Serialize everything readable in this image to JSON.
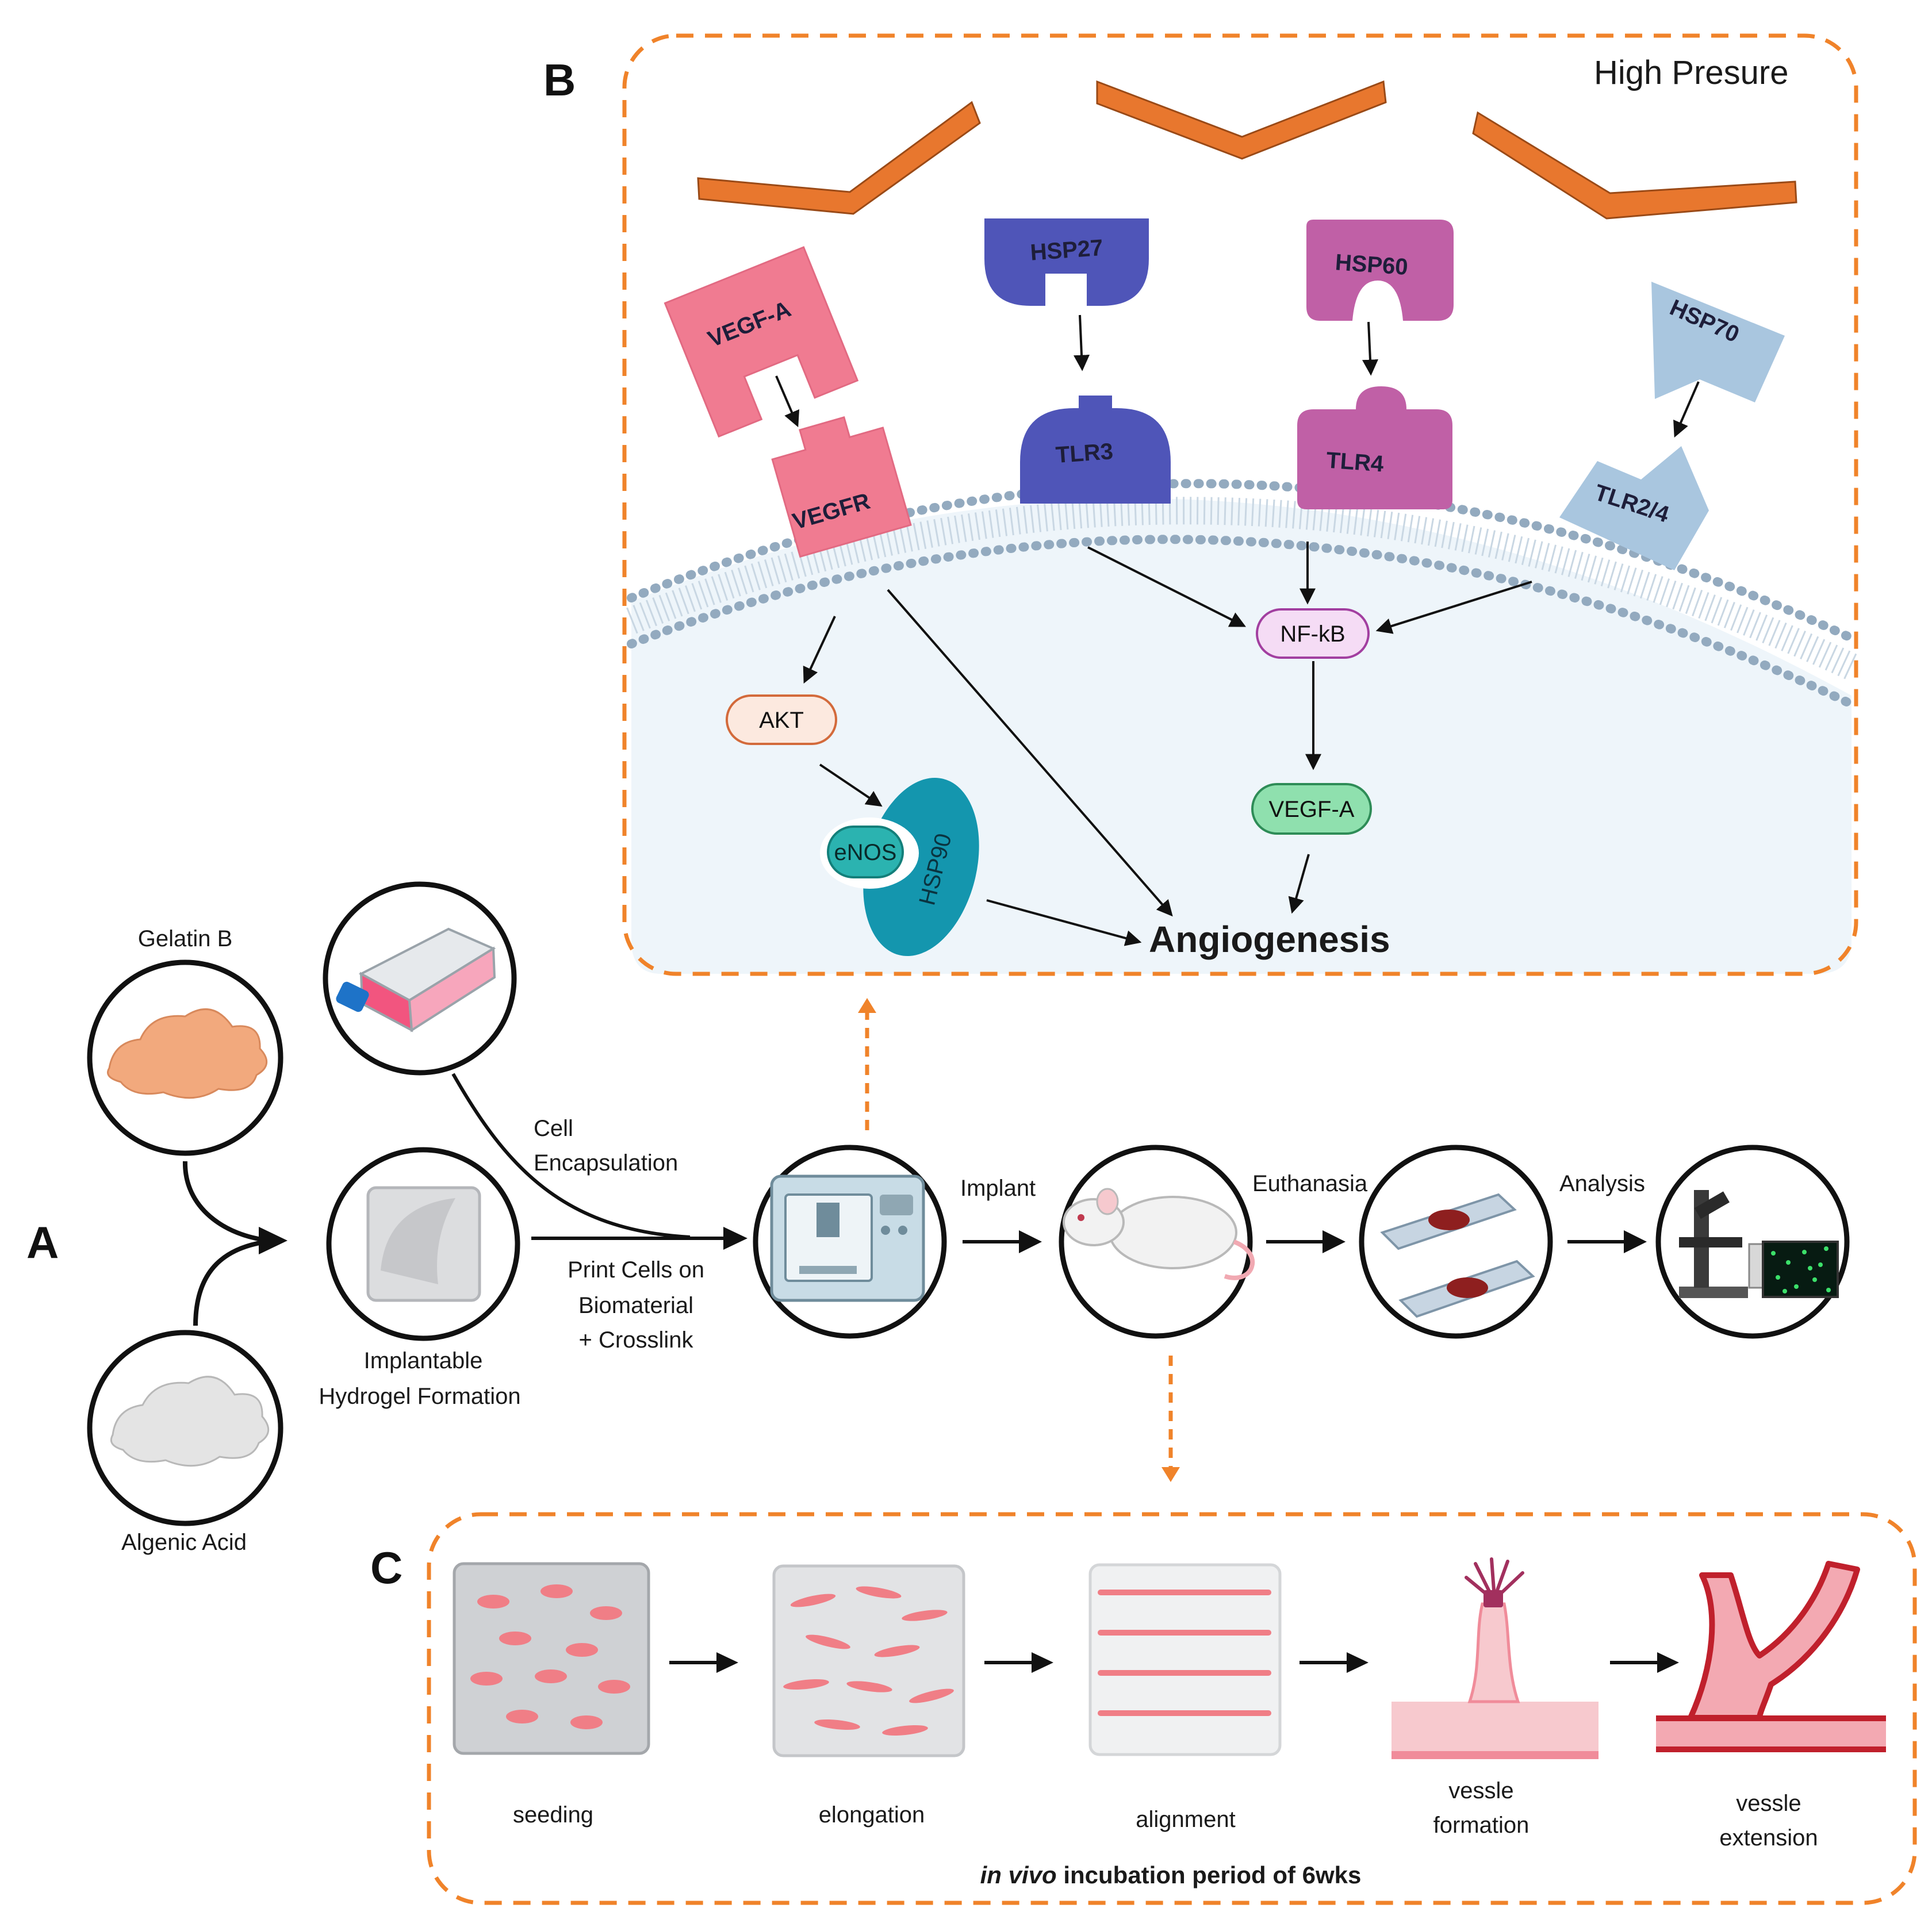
{
  "panels": {
    "a": "A",
    "b": "B",
    "c": "C"
  },
  "panel_b": {
    "condition": "High Presure",
    "ligands": [
      "VEGF-A",
      "HSP27",
      "HSP60",
      "HSP70"
    ],
    "receptors": [
      "VEGFR",
      "TLR3",
      "TLR4",
      "TLR2/4"
    ],
    "nodes": {
      "akt": "AKT",
      "enos": "eNOS",
      "hsp90": "HSP90",
      "nfkb": "NF-kB",
      "vegfa": "VEGF-A"
    },
    "outcome": "Angiogenesis"
  },
  "panel_a": {
    "inputs": [
      "Gelatin B",
      "Algenic Acid"
    ],
    "hydrogel_label_1": "Implantable",
    "hydrogel_label_2": "Hydrogel Formation",
    "cell_label_1": "Cell",
    "cell_label_2": "Encapsulation",
    "print_label_1": "Print Cells on",
    "print_label_2": "Biomaterial",
    "print_label_3": "+ Crosslink",
    "steps": [
      "Implant",
      "Euthanasia",
      "Analysis"
    ]
  },
  "panel_c": {
    "stages": [
      {
        "line1": "seeding",
        "line2": ""
      },
      {
        "line1": "elongation",
        "line2": ""
      },
      {
        "line1": "alignment",
        "line2": ""
      },
      {
        "line1": "vessle",
        "line2": "formation"
      },
      {
        "line1": "vessle",
        "line2": "extension"
      }
    ],
    "caption_italic": "in vivo",
    "caption_rest": " incubation period of 6wks"
  },
  "colors": {
    "dashed_border": "#F0832A",
    "pressure_plate": "#E8772E",
    "vegf": "#F07B91",
    "hsp27_tlr3": "#4F55B8",
    "hsp60_tlr4": "#C060A6",
    "hsp70_tlr24": "#A9C6DF",
    "membrane": "#8FA7BC",
    "cytoplasm": "#EEF5FA",
    "hsp90": "#1496AE",
    "enos": "#2BB3B0",
    "vegfa_node": "#8FE0AE",
    "nfkb_node": "#F5DCF5",
    "akt_node": "#FCE9DF",
    "cell_pink": "#F07E86"
  }
}
